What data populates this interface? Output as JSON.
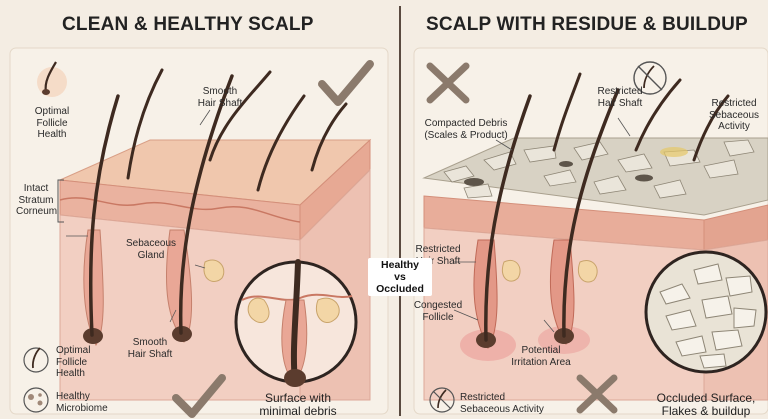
{
  "left": {
    "title": "CLEAN & HEALTHY SCALP",
    "labels": {
      "follicle_health_top": "Optimal\nFollicle Health",
      "smooth_shaft_top": "Smooth\nHair Shaft",
      "stratum": "Intact\nStratum\nCorneum",
      "sebaceous": "Sebaceous\nGland",
      "smooth_shaft_bottom": "Smooth\nHair Shaft",
      "follicle_health_bottom": "Optimal\nFollicle\nHealth",
      "microbiome": "Healthy\nMicrobiome",
      "surface_caption": "Surface with\nminimal debris"
    }
  },
  "center_label": "Healthy\nvs\nOccluded",
  "right": {
    "title": "SCALP WITH RESIDUE & BUILDUP",
    "labels": {
      "compacted": "Compacted Debris\n(Scales & Product)",
      "restricted_shaft_top": "Restricted\nHair Shaft",
      "restricted_sebaceous_top": "Restricted\nSebaceous\nActivity",
      "restricted_shaft_mid": "Restricted\nHair Shaft",
      "congested": "Congested\nFollicle",
      "irritation": "Potential\nIrritation Area",
      "restricted_sebaceous_bottom": "Restricted\nSebaceous Activity",
      "occluded_caption": "Occluded Surface,\nFlakes & buildup"
    }
  },
  "icons": {
    "check": "check-icon",
    "cross": "cross-icon",
    "follicle": "follicle-icon",
    "microbiome": "microbiome-icon",
    "restricted": "restricted-sebaceous-icon"
  },
  "colors": {
    "background": "#f4ede3",
    "skin": "#f1c4b4",
    "dermis": "#e9b0a0",
    "hair": "#3e2a20",
    "gland": "#f3d6a6",
    "check": "#8b7a6c",
    "cross": "#8b7a6c",
    "debris": "#d8d2c4",
    "irritation": "#e98b8b"
  }
}
